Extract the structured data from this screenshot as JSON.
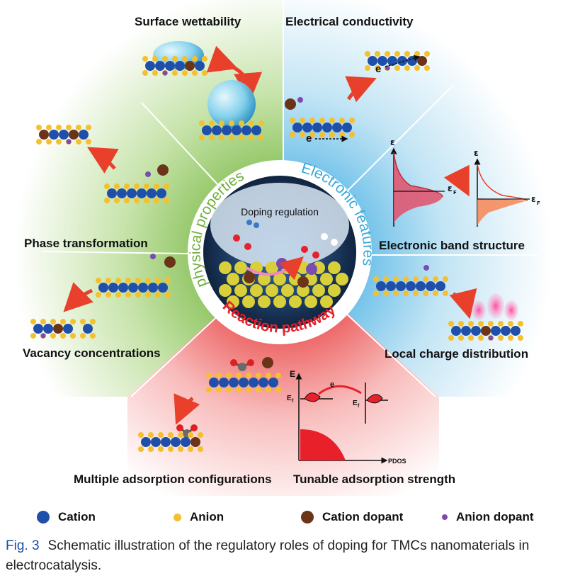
{
  "sections": {
    "surface_wettability": "Surface wettability",
    "electrical_conductivity": "Electrical conductivity",
    "phase_transformation": "Phase transformation",
    "electronic_band_structure": "Electronic band structure",
    "vacancy_concentrations": "Vacancy concentrations",
    "local_charge_distribution": "Local charge distribution",
    "multiple_adsorption_configurations": "Multiple adsorption configurations",
    "tunable_adsorption_strength": "Tunable adsorption strength"
  },
  "center": {
    "title": "Doping regulation",
    "physical": "physical properties",
    "electronic": "Electronic features",
    "reaction": "Reaction pathway"
  },
  "graph_labels": {
    "epsilon": "ε",
    "epsilon_f": "ε",
    "epsilon_f_sub": "F",
    "electron": "e",
    "E": "E",
    "E_f": "E",
    "E_f_sub": "f",
    "pdos": "PDOS"
  },
  "legend": [
    {
      "label": "Cation",
      "color": "#1f4fa8"
    },
    {
      "label": "Anion",
      "color": "#f4c02e"
    },
    {
      "label": "Cation dopant",
      "color": "#6b3418"
    },
    {
      "label": "Anion dopant",
      "color": "#7a4bb0"
    }
  ],
  "caption": {
    "fig": "Fig. 3",
    "text": "Schematic illustration of the regulatory roles of doping for TMCs nanomaterials in electrocatalysis."
  },
  "colors": {
    "green_sector": "#8cc35a",
    "blue_sector": "#6fc3e8",
    "red_sector": "#ef5a5a",
    "arrow": "#e8402a"
  }
}
